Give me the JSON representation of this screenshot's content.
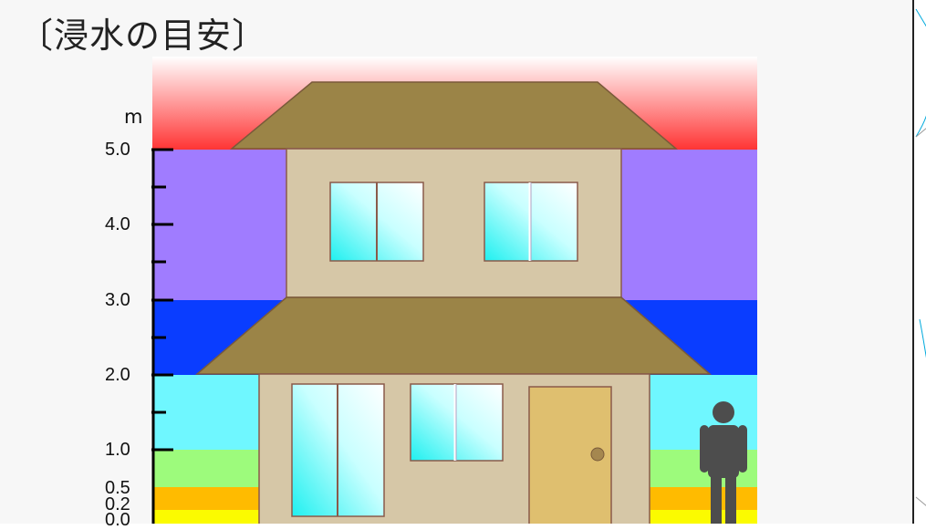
{
  "title": "〔浸水の目安〕",
  "unit": "m",
  "ticks": [
    "5.0",
    "4.0",
    "3.0",
    "2.0",
    "1.0",
    "0.5",
    "0.2",
    "0.0"
  ],
  "colors": {
    "band_5_plus": "#ff3b3b",
    "band_3_5": "#a07cff",
    "band_2_3": "#0a3dff",
    "band_1_2": "#6ff7ff",
    "band_05_1": "#9dfb7c",
    "band_02_05": "#ffbb00",
    "band_0_02": "#fbfb00",
    "roof": "#9b8447",
    "wall": "#d6c7a7",
    "door": "#dfbf6f",
    "person": "#4d4d4d"
  }
}
